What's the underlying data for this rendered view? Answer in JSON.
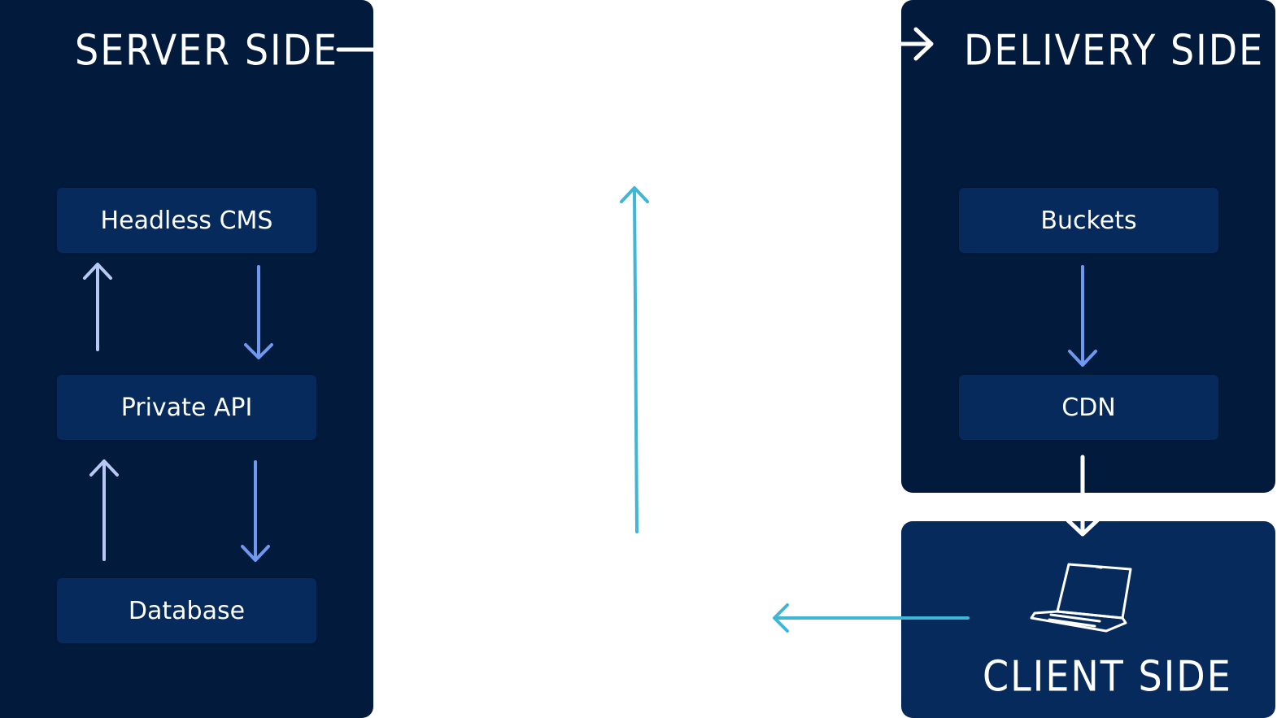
{
  "panels": {
    "server": {
      "title": "SERVER SIDE"
    },
    "delivery": {
      "title": "DELIVERY SIDE"
    },
    "client": {
      "title": "CLIENT SIDE"
    }
  },
  "nodes": {
    "headless_cms": "Headless CMS",
    "private_api": "Private API",
    "database": "Database",
    "buckets": "Buckets",
    "cdn": "CDN"
  },
  "icons": {
    "client": "laptop-icon"
  },
  "colors": {
    "panel_dark": "#021a3c",
    "panel_mid": "#062a5b",
    "arrow_up": "#b7c8f4",
    "arrow_down": "#6f98ef",
    "arrow_cyan": "#3fb6d6",
    "arrow_white": "#ffffff"
  }
}
